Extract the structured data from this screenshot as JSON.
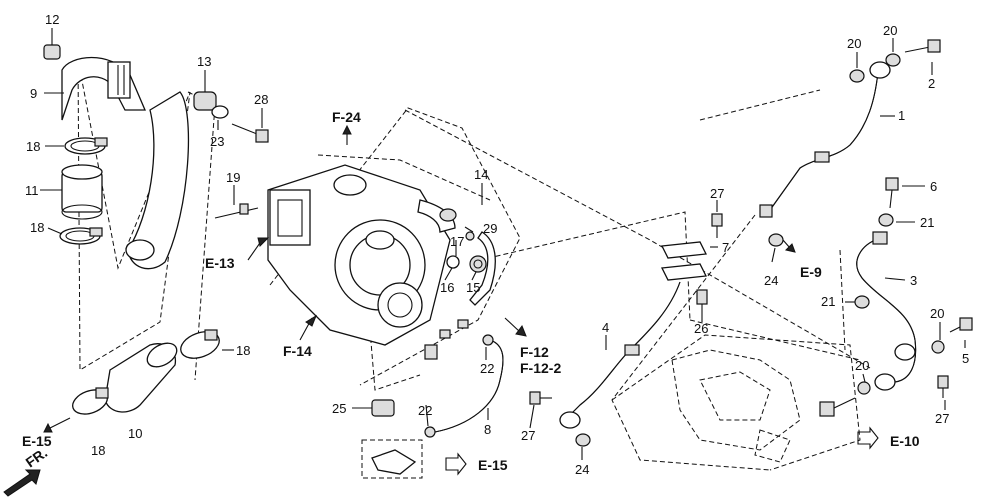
{
  "part_numbers": {
    "p1": "1",
    "p2": "2",
    "p3": "3",
    "p4": "4",
    "p5": "5",
    "p6": "6",
    "p7": "7",
    "p8": "8",
    "p9": "9",
    "p10": "10",
    "p11": "11",
    "p12": "12",
    "p13": "13",
    "p14": "14",
    "p15": "15",
    "p16": "16",
    "p17": "17",
    "p18": "18",
    "p19": "19",
    "p20": "20",
    "p21": "21",
    "p22": "22",
    "p23": "23",
    "p24": "24",
    "p25": "25",
    "p26": "26",
    "p27": "27",
    "p28": "28",
    "p29": "29"
  },
  "references": {
    "f24": "F-24",
    "e13": "E-13",
    "f14": "F-14",
    "f12": "F-12",
    "f122": "F-12-2",
    "e15_left": "E-15",
    "e15_bottom": "E-15",
    "e9": "E-9",
    "e10": "E-10",
    "front": "FR."
  }
}
